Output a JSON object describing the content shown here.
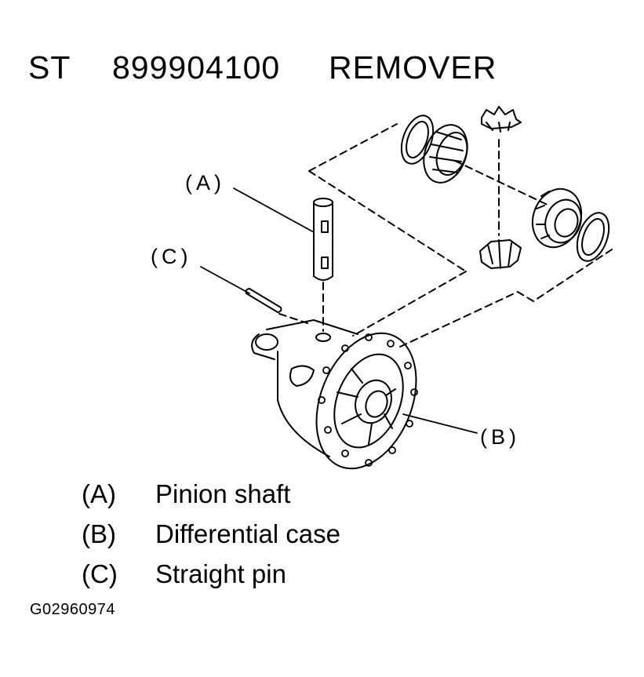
{
  "title": {
    "prefix": "ST",
    "number": "899904100",
    "name": "REMOVER"
  },
  "callouts": {
    "a": "(A)",
    "b": "(B)",
    "c": "(C)"
  },
  "legend": [
    {
      "key": "(A)",
      "label": "Pinion shaft"
    },
    {
      "key": "(B)",
      "label": "Differential case"
    },
    {
      "key": "(C)",
      "label": "Straight pin"
    }
  ],
  "figure_code": "G02960974"
}
